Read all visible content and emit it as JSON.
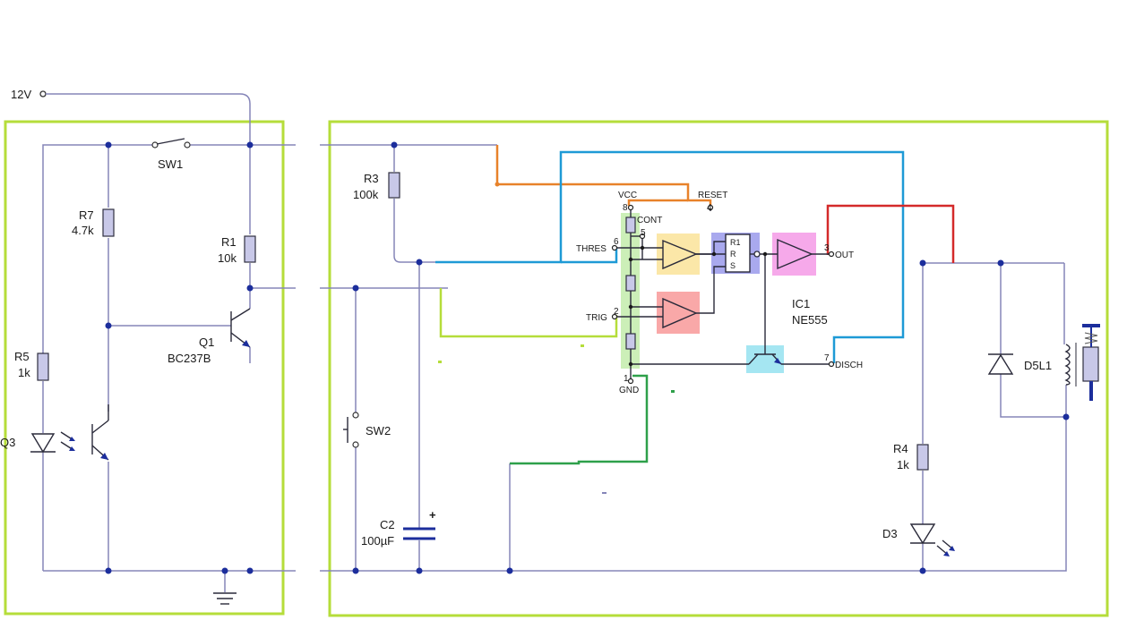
{
  "supply_label": "12V",
  "components": {
    "sw1": "SW1",
    "r7_name": "R7",
    "r7_value": "4.7k",
    "r1_name": "R1",
    "r1_value": "10k",
    "q1_name": "Q1",
    "q1_type": "BC237B",
    "r5_name": "R5",
    "r5_value": "1k",
    "q3_name": "Q3",
    "r3_name": "R3",
    "r3_value": "100k",
    "sw2": "SW2",
    "c2_name": "C2",
    "c2_value": "100µF",
    "c2_plus": "+",
    "ic1_name": "IC1",
    "ic1_type": "NE555",
    "r4_name": "R4",
    "r4_value": "1k",
    "d3_name": "D3",
    "d5l1_name": "D5L1"
  },
  "ic_pins": {
    "vcc": "VCC",
    "vcc_num": "8",
    "reset": "RESET",
    "reset_num": "4",
    "cont": "CONT",
    "cont_num": "5",
    "thres": "THRES",
    "thres_num": "6",
    "trig": "TRIG",
    "trig_num": "2",
    "gnd": "GND",
    "gnd_num": "1",
    "out": "OUT",
    "out_num": "3",
    "disch": "DISCH",
    "disch_num": "7"
  },
  "flipflop": {
    "r1": "R1",
    "r": "R",
    "s": "S"
  },
  "colors": {
    "frame": "#b5dd3a",
    "wire": "#8585b8",
    "node": "#1c2e9c",
    "orange_wire": "#e8822a",
    "blue_wire": "#1e9ad6",
    "green_wire": "#2ea04a",
    "lime_wire": "#b5dd3a",
    "red_wire": "#d42a2a",
    "comparator_top": "#fbe7a8",
    "comparator_bottom": "#f9a8a8",
    "flipflop_box": "#a9a9ee",
    "output_buffer": "#f6a9ea",
    "discharge_transistor": "#a5e6f2",
    "divider_strip": "#ccefb8"
  }
}
